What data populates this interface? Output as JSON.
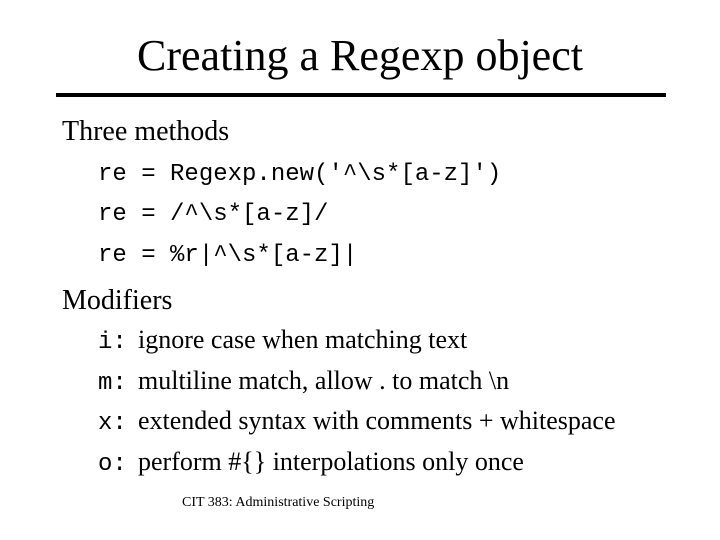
{
  "slide": {
    "title": "Creating a Regexp object",
    "sections": {
      "methods": {
        "heading": "Three methods",
        "lines": [
          "re = Regexp.new('^\\s*[a-z]')",
          "re = /^\\s*[a-z]/",
          "re = %r|^\\s*[a-z]|"
        ]
      },
      "modifiers": {
        "heading": "Modifiers",
        "items": [
          {
            "key": "i:",
            "desc": "ignore case when matching text"
          },
          {
            "key": "m:",
            "desc": "multiline match, allow . to match \\n"
          },
          {
            "key": "x:",
            "desc": "extended syntax with comments + whitespace"
          },
          {
            "key": "o:",
            "desc": "perform #{} interpolations only once"
          }
        ]
      }
    },
    "footer": "CIT 383: Administrative Scripting"
  }
}
